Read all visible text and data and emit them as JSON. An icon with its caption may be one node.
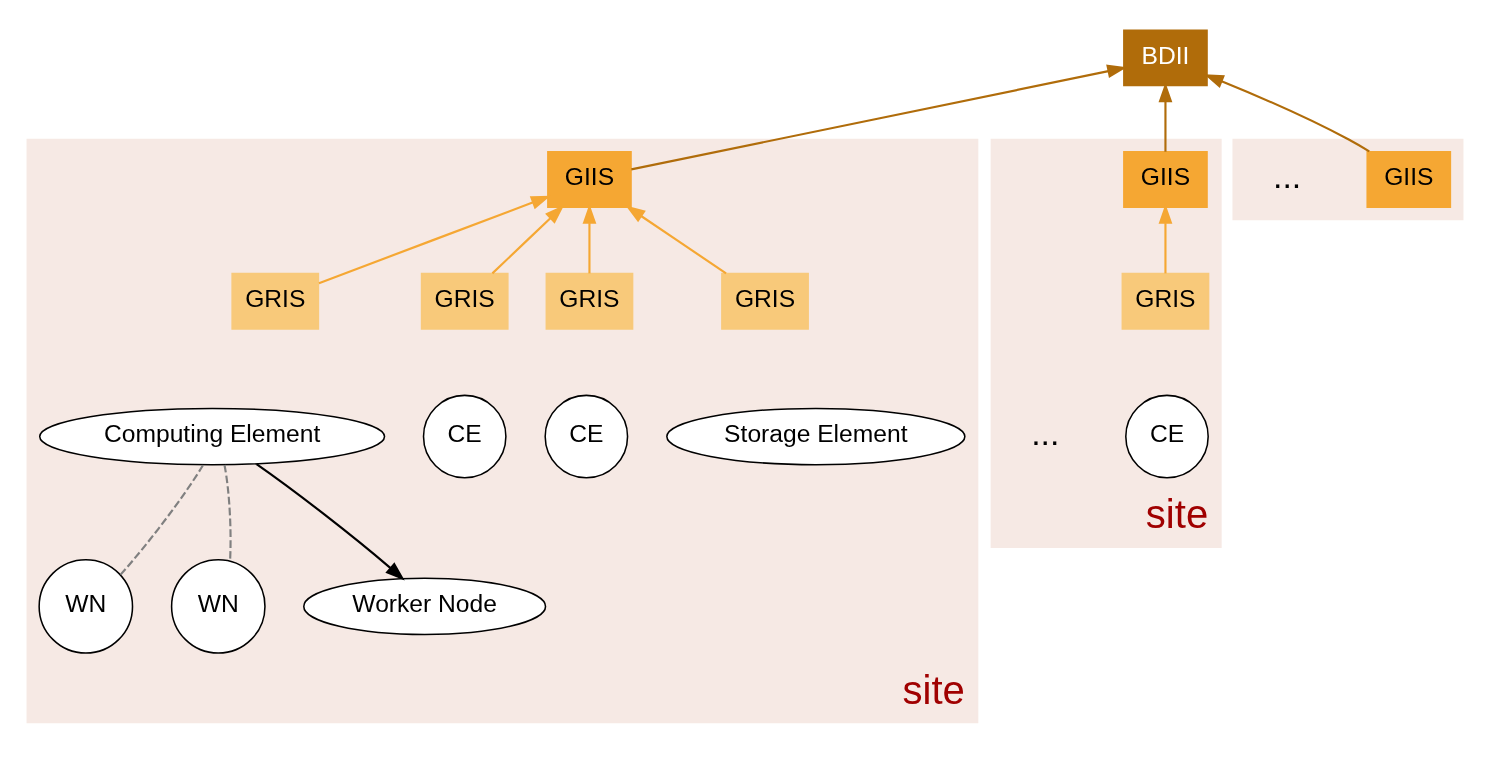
{
  "diagram": {
    "nodes": [
      {
        "text": [
          "BDII"
        ]
      },
      {
        "text": [
          "site"
        ]
      },
      {
        "text": [
          "GIIS"
        ],
        "in": 1
      },
      {
        "text": [
          "Storage Element"
        ],
        "in": 1
      },
      {
        "text": [
          "GRIS"
        ],
        "in": 1
      },
      {
        "text": [
          "Computing Element"
        ],
        "in": 1
      },
      {
        "text": [
          "GRIS"
        ],
        "in": 1
      },
      {
        "text": [
          "CE"
        ],
        "in": 1
      },
      {
        "text": [
          "GRIS"
        ],
        "in": 1
      },
      {
        "text": [
          "CE"
        ],
        "in": 1
      },
      {
        "text": [
          "GRIS"
        ],
        "in": 1
      },
      {
        "text": [
          "Worker Node"
        ],
        "in": 1
      },
      {
        "text": [
          "WN"
        ],
        "in": 1
      },
      {
        "text": [
          "WN"
        ],
        "in": 1
      },
      {
        "text": [
          "site"
        ]
      },
      {
        "text": [
          "GIIS"
        ],
        "in": 14
      },
      {
        "text": [
          "CE"
        ],
        "in": 14
      },
      {
        "text": [
          "GRIS"
        ],
        "in": 14
      },
      {
        "text": [],
        "shape": "box"
      },
      {
        "text": [
          "GIIS"
        ],
        "in": 18
      }
    ],
    "edges": [
      {
        "from": 2,
        "to": 0,
        "arrow": "to",
        "color": "#b06c0a"
      },
      {
        "from": 15,
        "to": 0,
        "arrow": "to",
        "color": "#b06c0a"
      },
      {
        "from": 19,
        "to": 0,
        "arrow": "to",
        "color": "#b06c0a"
      },
      {
        "from": 4,
        "to": 2,
        "arrow": "to"
      },
      {
        "from": 6,
        "to": 2,
        "arrow": "to"
      },
      {
        "from": 8,
        "to": 2,
        "arrow": "to"
      },
      {
        "from": 10,
        "to": 2,
        "arrow": "to"
      },
      {
        "from": 17,
        "to": 15,
        "arrow": "to"
      },
      {
        "from": 5,
        "to": 11,
        "arrow": "to",
        "color": "#000000"
      },
      {
        "from": 5,
        "to": 12,
        "arrow": "none",
        "style": "dashed",
        "color": "#808080"
      },
      {
        "from": 5,
        "to": 13,
        "arrow": "none",
        "style": "dashed",
        "color": "#808080"
      }
    ],
    "labels": [
      "...",
      "..."
    ]
  }
}
